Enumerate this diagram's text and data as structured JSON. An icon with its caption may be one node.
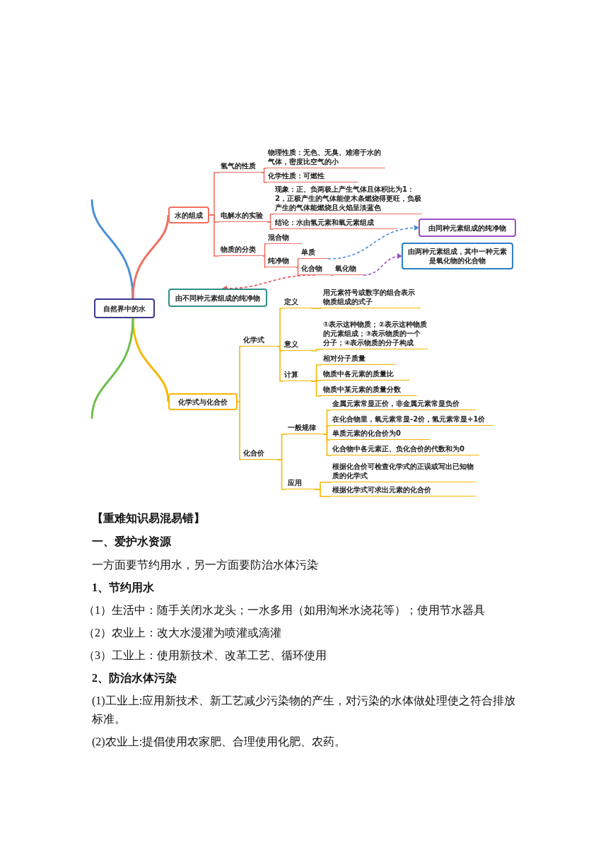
{
  "diagram": {
    "nodes": [
      {
        "text": [
          "自然界中的水"
        ]
      },
      {
        "text": [
          "水的组成"
        ]
      },
      {
        "text": [
          "氢气的性质"
        ]
      },
      {
        "text": [
          "物理性质：无色、无臭、难溶于水的气体，密度比空气的小"
        ]
      },
      {
        "text": [
          "化学性质：可燃性"
        ]
      },
      {
        "text": [
          "电解水的实验"
        ]
      },
      {
        "text": [
          "现象：正、负两极上产生气体且体积比为1：2，正极产生的气体能使木条燃烧得更旺，负极产生的气体能燃烧且火焰呈淡蓝色"
        ]
      },
      {
        "text": [
          "结论：水由氢元素和氧元素组成"
        ]
      },
      {
        "text": [
          "物质的分类"
        ]
      },
      {
        "text": [
          "混合物"
        ]
      },
      {
        "text": [
          "纯净物"
        ]
      },
      {
        "text": [
          "单质"
        ]
      },
      {
        "text": [
          "化合物"
        ]
      },
      {
        "text": [
          "氧化物"
        ]
      },
      {
        "text": [
          "由同种元素组成的纯净物"
        ]
      },
      {
        "text": [
          "由两种元素组成，其中一种元素是氧化物的化合物"
        ]
      },
      {
        "text": [
          "由不同种元素组成的纯净物"
        ]
      },
      {
        "text": [
          "化学式与化合价"
        ]
      },
      {
        "text": [
          "化学式"
        ]
      },
      {
        "text": [
          "定义"
        ]
      },
      {
        "text": [
          "用元素符号或数字的组合表示物质组成的式子"
        ]
      },
      {
        "text": [
          "意义"
        ]
      },
      {
        "text": [
          "①表示这种物质；②表示这种物质的元素组成；③表示物质的一个分子；④表示物质的分子构成"
        ]
      },
      {
        "text": [
          "计算"
        ]
      },
      {
        "text": [
          "相对分子质量"
        ]
      },
      {
        "text": [
          "物质中各元素的质量比"
        ]
      },
      {
        "text": [
          "物质中某元素的质量分数"
        ]
      },
      {
        "text": [
          "化合价"
        ]
      },
      {
        "text": [
          "一般规律"
        ]
      },
      {
        "text": [
          "金属元素常显正价，非金属元素常显负价"
        ]
      },
      {
        "text": [
          "在化合物里，氧元素常显-2价，氢元素常显+1价"
        ]
      },
      {
        "text": [
          "单质元素的化合价为0"
        ]
      },
      {
        "text": [
          "化合物中各元素正、负化合价的代数和为0"
        ]
      },
      {
        "text": [
          "应用"
        ]
      },
      {
        "text": [
          "根据化合价可检查化学式的正误或写出已知物质的化学式"
        ]
      },
      {
        "text": [
          "根据化学式可求出元素的化合价"
        ]
      }
    ],
    "edges": [
      {
        "from": 0,
        "to": null,
        "arrow": "none",
        "color": "#4a90d9"
      },
      {
        "from": 0,
        "to": 1,
        "arrow": "none",
        "color": "#f07060"
      },
      {
        "from": 1,
        "to": 2,
        "arrow": "none",
        "color": "#f07060"
      },
      {
        "from": 2,
        "to": 3,
        "arrow": "none",
        "color": "#f07060"
      },
      {
        "from": 2,
        "to": 4,
        "arrow": "none",
        "color": "#f07060"
      },
      {
        "from": 1,
        "to": 5,
        "arrow": "none",
        "color": "#f07060"
      },
      {
        "from": 5,
        "to": 6,
        "arrow": "none",
        "color": "#f07060"
      },
      {
        "from": 5,
        "to": 7,
        "arrow": "none",
        "color": "#f07060"
      },
      {
        "from": 1,
        "to": 8,
        "arrow": "none",
        "color": "#f07060"
      },
      {
        "from": 8,
        "to": 9,
        "arrow": "none",
        "color": "#f07060"
      },
      {
        "from": 8,
        "to": 10,
        "arrow": "none",
        "color": "#f07060"
      },
      {
        "from": 10,
        "to": 11,
        "arrow": "none",
        "color": "#f07060"
      },
      {
        "from": 10,
        "to": 12,
        "arrow": "none",
        "color": "#f07060"
      },
      {
        "from": 12,
        "to": 13,
        "arrow": "none",
        "color": "#f07060"
      },
      {
        "from": 11,
        "to": 14,
        "arrow": "to",
        "style": "dashed",
        "color": "#4a90d9"
      },
      {
        "from": 13,
        "to": 15,
        "arrow": "to",
        "style": "dashed",
        "color": "#9b4dca"
      },
      {
        "from": 12,
        "to": 16,
        "arrow": "to",
        "style": "dashed",
        "color": "#e05050"
      },
      {
        "from": 0,
        "to": 17,
        "arrow": "none"
      },
      {
        "from": 17,
        "to": 18,
        "arrow": "none"
      },
      {
        "from": 18,
        "to": 19,
        "arrow": "none"
      },
      {
        "from": 19,
        "to": 20,
        "arrow": "none"
      },
      {
        "from": 18,
        "to": 21,
        "arrow": "none"
      },
      {
        "from": 21,
        "to": 22,
        "arrow": "none"
      },
      {
        "from": 18,
        "to": 23,
        "arrow": "none"
      },
      {
        "from": 23,
        "to": 24,
        "arrow": "none"
      },
      {
        "from": 23,
        "to": 25,
        "arrow": "none"
      },
      {
        "from": 23,
        "to": 26,
        "arrow": "none"
      },
      {
        "from": 17,
        "to": 27,
        "arrow": "none"
      },
      {
        "from": 27,
        "to": 28,
        "arrow": "none"
      },
      {
        "from": 28,
        "to": 29,
        "arrow": "none"
      },
      {
        "from": 28,
        "to": 30,
        "arrow": "none"
      },
      {
        "from": 28,
        "to": 31,
        "arrow": "none"
      },
      {
        "from": 28,
        "to": 32,
        "arrow": "none"
      },
      {
        "from": 27,
        "to": 33,
        "arrow": "none"
      },
      {
        "from": 33,
        "to": 34,
        "arrow": "none"
      },
      {
        "from": 33,
        "to": 35,
        "arrow": "none"
      },
      {
        "from": 0,
        "to": null,
        "arrow": "none",
        "color": "#6cbf4a"
      }
    ],
    "labels": [
      "【重难知识易混易错】",
      "一、爱护水资源",
      "一方面要节约用水，另一方面要防治水体污染",
      "1、节约用水",
      "（1）生活中：随手关闭水龙头；一水多用（如用淘米水浇花等）；使用节水器具",
      "（2）农业上：改大水漫灌为喷灌或滴灌",
      "（3）工业上：使用新技术、改革工艺、循环使用",
      "2、防治水体污染",
      "(1)工业上:应用新技术、新工艺减少污染物的产生，对污染的水体做处理使之符合排放标准。",
      "(2)农业上:提倡使用农家肥、合理使用化肥、农药。"
    ]
  }
}
